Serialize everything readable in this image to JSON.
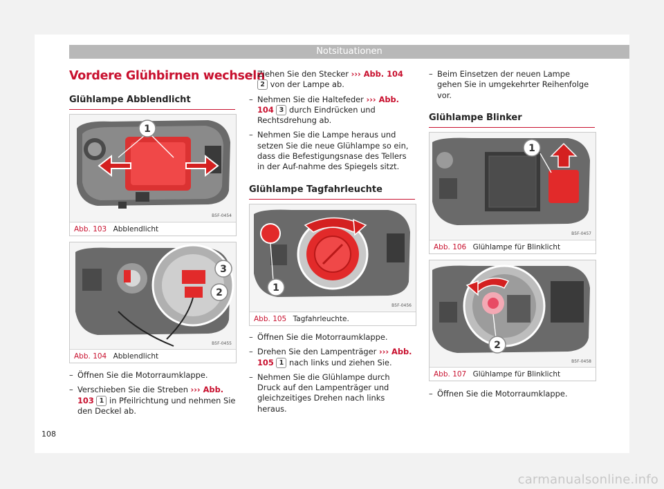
{
  "header": {
    "section": "Notsituationen"
  },
  "left": {
    "title": "Vordere Glühbirnen wechseln",
    "subhead": "Glühlampe Abblendlicht",
    "fig103": {
      "num": "Abb. 103",
      "caption": "Abblendlicht",
      "code": "B5F-0454",
      "callout": "1"
    },
    "fig104": {
      "num": "Abb. 104",
      "caption": "Abblendlicht",
      "code": "B5F-0455",
      "callout_a": "3",
      "callout_b": "2"
    },
    "steps": [
      {
        "dash": "–",
        "text": "Öffnen Sie die Motorraumklappe."
      },
      {
        "dash": "–",
        "pre": "Verschieben Sie die Streben",
        "arrow": "›››",
        "ref": "Abb. 103",
        "badge": "1",
        "post": "in Pfeilrichtung und nehmen Sie den Deckel ab."
      }
    ]
  },
  "middle": {
    "steps_top": [
      {
        "dash": "–",
        "pre": "Ziehen Sie den Stecker",
        "arrow": "›››",
        "ref": "Abb. 104",
        "badge": "2",
        "post": "von der Lampe ab."
      },
      {
        "dash": "–",
        "pre": "Nehmen Sie die Haltefeder",
        "arrow": "›››",
        "ref": "Abb. 104",
        "badge": "3",
        "post": "durch Eindrücken und Rechtsdrehung ab."
      },
      {
        "dash": "–",
        "text": "Nehmen Sie die Lampe heraus und setzen Sie die neue Glühlampe so ein, dass die Befestigungsnase des Tellers in der Auf-nahme des Spiegels sitzt."
      }
    ],
    "subhead": "Glühlampe Tagfahrleuchte",
    "fig105": {
      "num": "Abb. 105",
      "caption": "Tagfahrleuchte.",
      "code": "B5F-0456",
      "callout": "1"
    },
    "steps_bottom": [
      {
        "dash": "–",
        "text": "Öffnen Sie die Motorraumklappe."
      },
      {
        "dash": "–",
        "pre": "Drehen Sie den Lampenträger",
        "arrow": "›››",
        "ref": "Abb. 105",
        "badge": "1",
        "post": "nach links und ziehen Sie."
      },
      {
        "dash": "–",
        "text": "Nehmen Sie die Glühlampe durch Druck auf den Lampenträger und gleichzeitiges Drehen nach links heraus."
      }
    ]
  },
  "right": {
    "steps_top": [
      {
        "dash": "–",
        "text": "Beim Einsetzen der neuen Lampe gehen Sie in umgekehrter Reihenfolge vor."
      }
    ],
    "subhead": "Glühlampe Blinker",
    "fig106": {
      "num": "Abb. 106",
      "caption": "Glühlampe für Blinklicht",
      "code": "B5F-0457",
      "callout": "1"
    },
    "fig107": {
      "num": "Abb. 107",
      "caption": "Glühlampe für Blinklicht",
      "code": "B5F-0458",
      "callout": "2"
    },
    "steps_bottom": [
      {
        "dash": "–",
        "text": "Öffnen Sie die Motorraumklappe."
      }
    ]
  },
  "footer": {
    "page_number": "108",
    "watermark": "carmanualsonline.info"
  },
  "colors": {
    "accent": "#c8102e",
    "header_bar": "#b8b8b8",
    "page_bg": "#f2f2f2"
  }
}
